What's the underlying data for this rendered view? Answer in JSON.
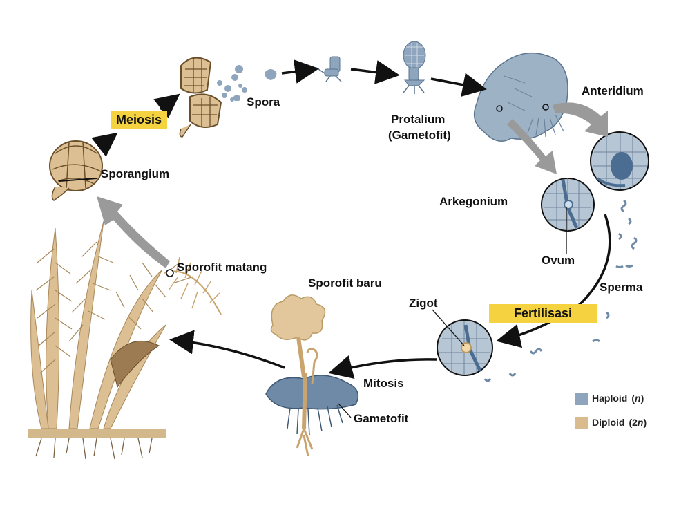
{
  "labels": {
    "meiosis": "Meiosis",
    "spora": "Spora",
    "protalium": "Protalium",
    "gametofit_paren": "(Gametofit)",
    "anteridium": "Anteridium",
    "sporangium": "Sporangium",
    "arkegonium": "Arkegonium",
    "ovum": "Ovum",
    "sperma": "Sperma",
    "sporofit_matang": "Sporofit matang",
    "sporofit_baru": "Sporofit baru",
    "zigot": "Zigot",
    "fertilisasi": "Fertilisasi",
    "mitosis": "Mitosis",
    "gametofit": "Gametofit"
  },
  "legend": {
    "haploid_word": "Haploid",
    "haploid_sym": "n",
    "diploid_word": "Diploid",
    "diploid_num": "2",
    "diploid_sym": "n"
  },
  "colors": {
    "haploid": "#8ea5bd",
    "diploid": "#d9bb8e",
    "highlight": "#f5d23f",
    "arrow_black": "#111111",
    "arrow_gray": "#9a9a9a"
  }
}
